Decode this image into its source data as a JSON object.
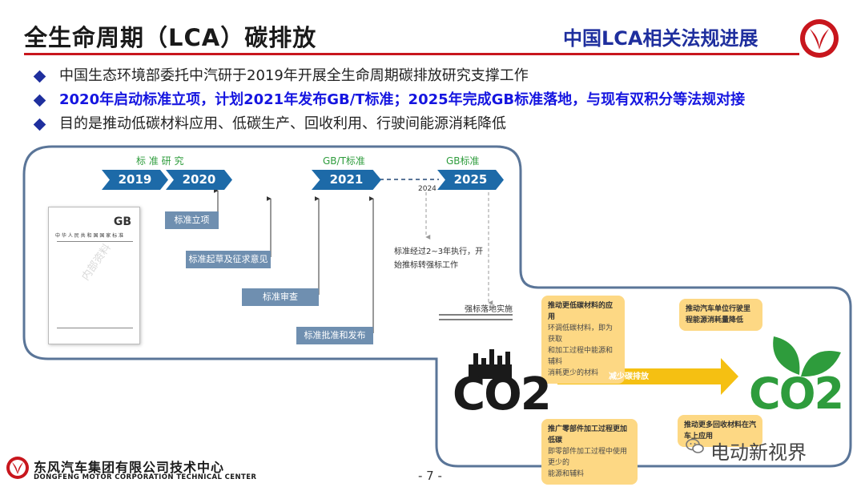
{
  "header": {
    "title": "全生命周期（LCA）碳排放",
    "right_title": "中国LCA相关法规进展",
    "brand_color": "#c8161d",
    "accent_color": "#1f2f9e"
  },
  "bullets": [
    {
      "text": "中国生态环境部委托中汽研于2019年开展全生命周期碳排放研究支撑工作",
      "highlight": false
    },
    {
      "text": "2020年启动标准立项，计划2021年发布GB/T标准；2025年完成GB标准落地，与现有双积分等法规对接",
      "highlight": true
    },
    {
      "text": "目的是推动低碳材料应用、低碳生产、回收利用、行驶间能源消耗降低",
      "highlight": false
    }
  ],
  "timeline": {
    "phase_research": "标 准 研 究",
    "phase_gbt": "GB/T标准",
    "phase_gb": "GB标准",
    "years": [
      "2019",
      "2020",
      "2021",
      "2025"
    ],
    "dashed_year": "2024",
    "steps": [
      "标准立项",
      "标准起草及征求意见",
      "标准审查",
      "标准批准和发布"
    ],
    "note_execution": [
      "标准经过2~3年执行，开",
      "始推标转强标工作"
    ],
    "note_mandatory": "强标落地实施"
  },
  "document": {
    "gb_mark": "GB",
    "issuer": "中 华 人 民 共 和 国 国 家 标 准",
    "watermark": "内部资料"
  },
  "callouts": [
    {
      "title": "推动更低碳材料的应用",
      "lines": [
        "环调低碳材料，即为获取",
        "和加工过程中能源和辅料",
        "消耗更少的材料"
      ]
    },
    {
      "title": "推动汽车单位行驶里",
      "lines": [
        "程能源消耗量降低"
      ]
    },
    {
      "title": "推广零部件加工过程更加低碳",
      "lines": [
        "即零部件加工过程中使用更少的",
        "能源和辅料"
      ]
    },
    {
      "title": "推动更多回收材料在汽",
      "lines": [
        "车上应用"
      ]
    }
  ],
  "arrow_label": "减少碳排放",
  "co2_before": "CO2",
  "co2_after": "CO2",
  "footer": {
    "company_cn": "东风汽车集团有限公司技术中心",
    "company_en": "DONGFENG MOTOR CORPORATION TECHNICAL CENTER",
    "page": "- 7 -",
    "wechat_label": "电动新视界"
  }
}
